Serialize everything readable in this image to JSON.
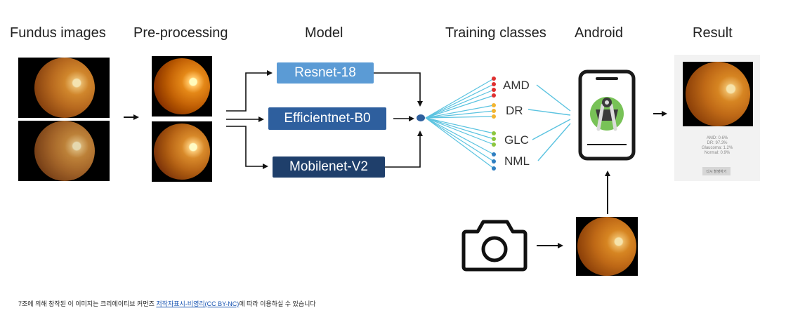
{
  "headers": {
    "fundus": "Fundus images",
    "preprocessing": "Pre-processing",
    "model": "Model",
    "training": "Training classes",
    "android": "Android",
    "result": "Result"
  },
  "models": [
    {
      "label": "Resnet-18",
      "color": "#5b9bd5"
    },
    {
      "label": "Efficientnet-B0",
      "color": "#2e5f9e"
    },
    {
      "label": "Mobilenet-V2",
      "color": "#1f3f6b"
    }
  ],
  "classes": [
    {
      "label": "AMD",
      "color": "#e03030"
    },
    {
      "label": "DR",
      "color": "#f2b530"
    },
    {
      "label": "GLC",
      "color": "#8cc63e"
    },
    {
      "label": "NML",
      "color": "#2f7fc1"
    }
  ],
  "result": {
    "lines": [
      "AMD: 0.6%",
      "DR: 97.3%",
      "Glaucoma: 1.2%",
      "Normal: 0.9%"
    ],
    "button": "다시 촬영하기"
  },
  "caption": {
    "prefix": "7조에 의해 창작된 이 이미지는 크리에이티브 커먼즈 ",
    "link": "저작자표시-비영리(CC BY-NC)",
    "suffix": "에 따라 이용하실 수 있습니다"
  },
  "colors": {
    "fan_lines": "#5bc3e0",
    "android_green": "#78c257",
    "phone_stroke": "#1a1a1a"
  }
}
